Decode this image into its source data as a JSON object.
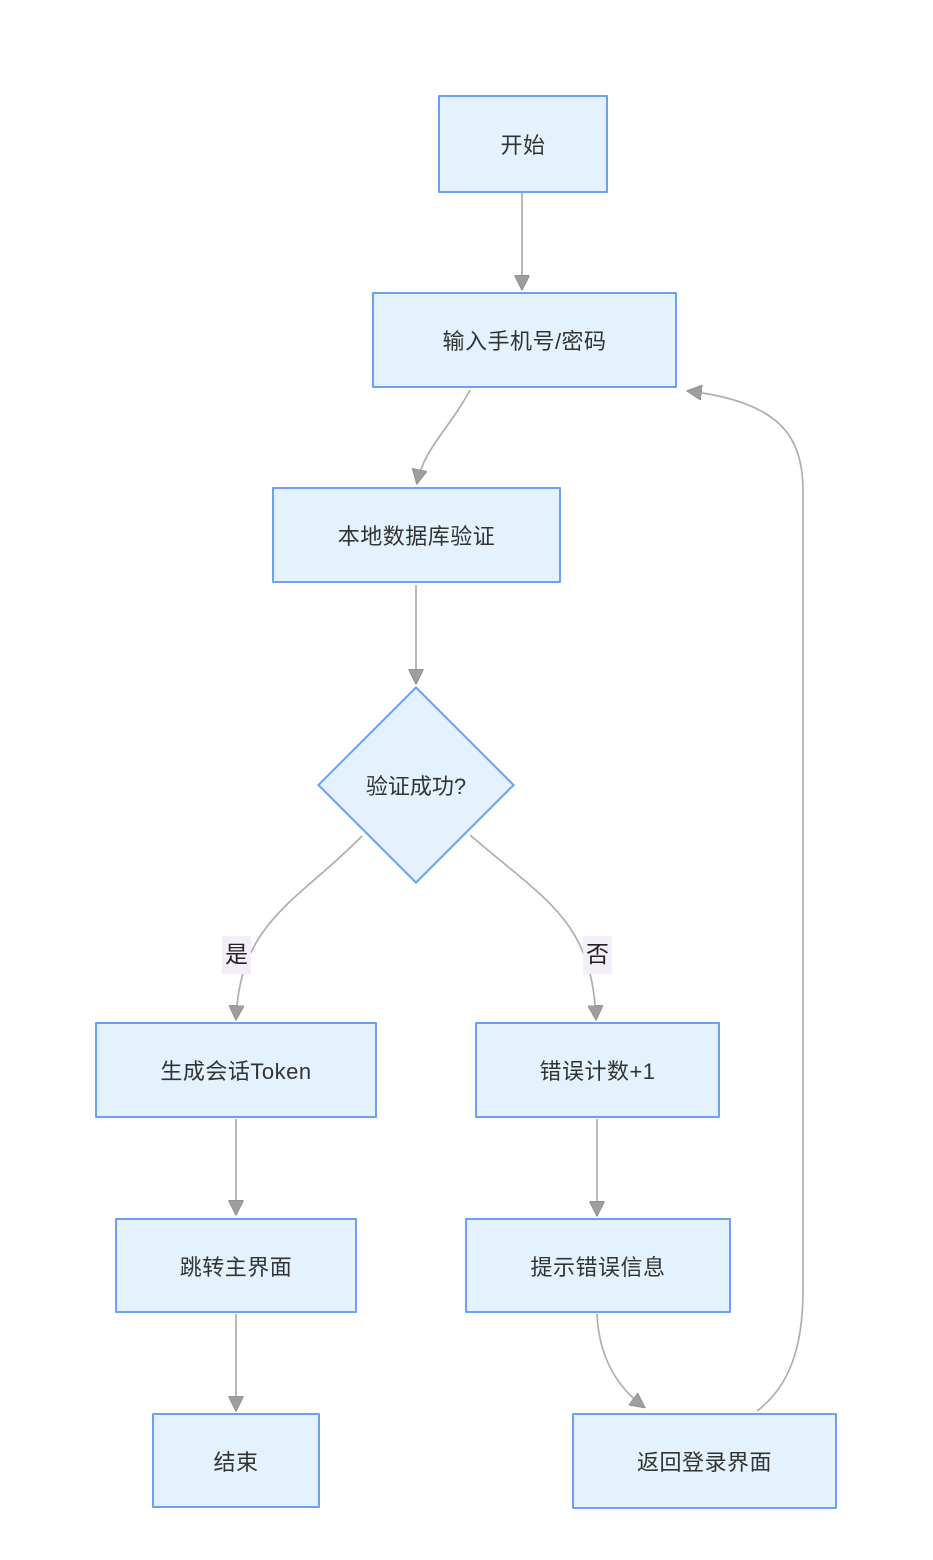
{
  "diagram": {
    "type": "flowchart",
    "nodes": {
      "start": {
        "label": "开始",
        "shape": "rect"
      },
      "input": {
        "label": "输入手机号/密码",
        "shape": "rect"
      },
      "local_db_verify": {
        "label": "本地数据库验证",
        "shape": "rect"
      },
      "verify_success": {
        "label": "验证成功?",
        "shape": "diamond"
      },
      "generate_token": {
        "label": "生成会话Token",
        "shape": "rect"
      },
      "error_count": {
        "label": "错误计数+1",
        "shape": "rect"
      },
      "goto_main": {
        "label": "跳转主界面",
        "shape": "rect"
      },
      "show_error": {
        "label": "提示错误信息",
        "shape": "rect"
      },
      "end": {
        "label": "结束",
        "shape": "rect"
      },
      "back_to_login": {
        "label": "返回登录界面",
        "shape": "rect"
      }
    },
    "edge_labels": {
      "yes": "是",
      "no": "否"
    },
    "edges": [
      {
        "from": "start",
        "to": "input"
      },
      {
        "from": "input",
        "to": "local_db_verify"
      },
      {
        "from": "local_db_verify",
        "to": "verify_success"
      },
      {
        "from": "verify_success",
        "to": "generate_token",
        "label": "是"
      },
      {
        "from": "verify_success",
        "to": "error_count",
        "label": "否"
      },
      {
        "from": "generate_token",
        "to": "goto_main"
      },
      {
        "from": "goto_main",
        "to": "end"
      },
      {
        "from": "error_count",
        "to": "show_error"
      },
      {
        "from": "show_error",
        "to": "back_to_login"
      },
      {
        "from": "back_to_login",
        "to": "input"
      }
    ],
    "colors": {
      "node_fill": "#e3f2fc",
      "node_border": "#6ca0f2",
      "edge_stroke": "#aeaeae",
      "arrow_fill": "#9e9e9e",
      "edge_label_bg": "#f4edfa",
      "text": "#333333",
      "background": "#ffffff"
    }
  }
}
